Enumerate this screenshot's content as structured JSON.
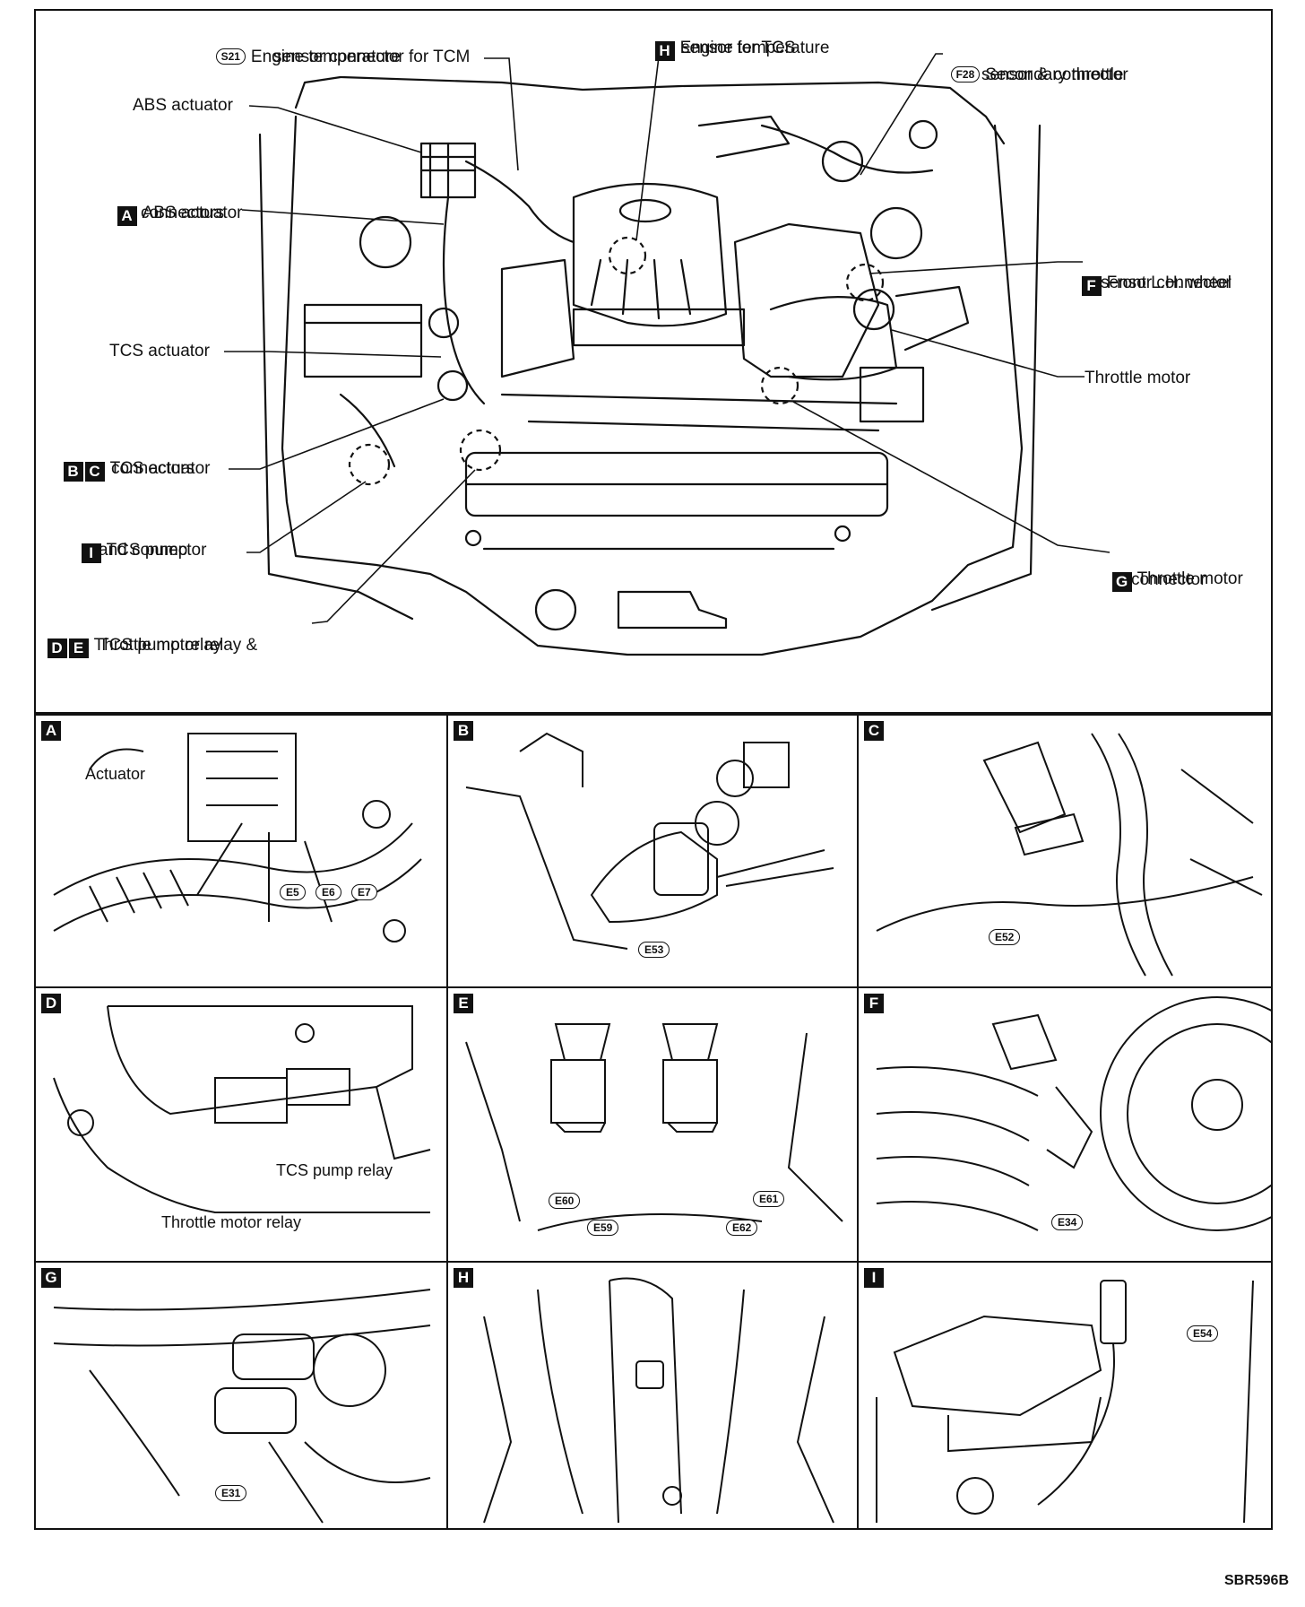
{
  "main": {
    "callouts": {
      "s21": {
        "code": "S21",
        "line1": "Engine temperature",
        "line2": "sensor connector for TCM"
      },
      "h": {
        "letter": "H",
        "line1": "Engine temperature",
        "line2": "sensor for TCS"
      },
      "f28": {
        "code": "F28",
        "line1": "Secondary throttle",
        "line2": "sensor & connector"
      },
      "abs_actuator": {
        "text": "ABS actuator"
      },
      "a": {
        "letter": "A",
        "line1": "ABS actuator",
        "line2": "connectors"
      },
      "f": {
        "letter": "F",
        "line1": "Front L.H. wheel",
        "line2": "sensor connector"
      },
      "tcs_actuator": {
        "text": "TCS actuator"
      },
      "throttle_motor": {
        "text": "Throttle motor"
      },
      "bc": {
        "letter1": "B",
        "letter2": "C",
        "line1": "TCS actuator",
        "line2": "connectors"
      },
      "i": {
        "letter": "I",
        "line1": "TCS pump",
        "line2": "and connector"
      },
      "g": {
        "letter": "G",
        "line1": "Throttle motor",
        "line2": "connector"
      },
      "de": {
        "letter1": "D",
        "letter2": "E",
        "line1": "Throttle motor relay &",
        "line2": "TCS pump relay"
      }
    }
  },
  "panels": [
    {
      "letter": "A",
      "labels": [
        "Actuator"
      ],
      "codes": [
        "E5",
        "E6",
        "E7"
      ]
    },
    {
      "letter": "B",
      "labels": [],
      "codes": [
        "E53"
      ]
    },
    {
      "letter": "C",
      "labels": [],
      "codes": [
        "E52"
      ]
    },
    {
      "letter": "D",
      "labels": [
        "TCS pump relay",
        "Throttle motor relay"
      ],
      "codes": []
    },
    {
      "letter": "E",
      "labels": [],
      "codes": [
        "E60",
        "E59",
        "E62",
        "E61"
      ]
    },
    {
      "letter": "F",
      "labels": [],
      "codes": [
        "E34"
      ]
    },
    {
      "letter": "G",
      "labels": [],
      "codes": [
        "E31"
      ]
    },
    {
      "letter": "H",
      "labels": [],
      "codes": []
    },
    {
      "letter": "I",
      "labels": [],
      "codes": [
        "E54"
      ]
    }
  ],
  "footer": "SBR596B"
}
